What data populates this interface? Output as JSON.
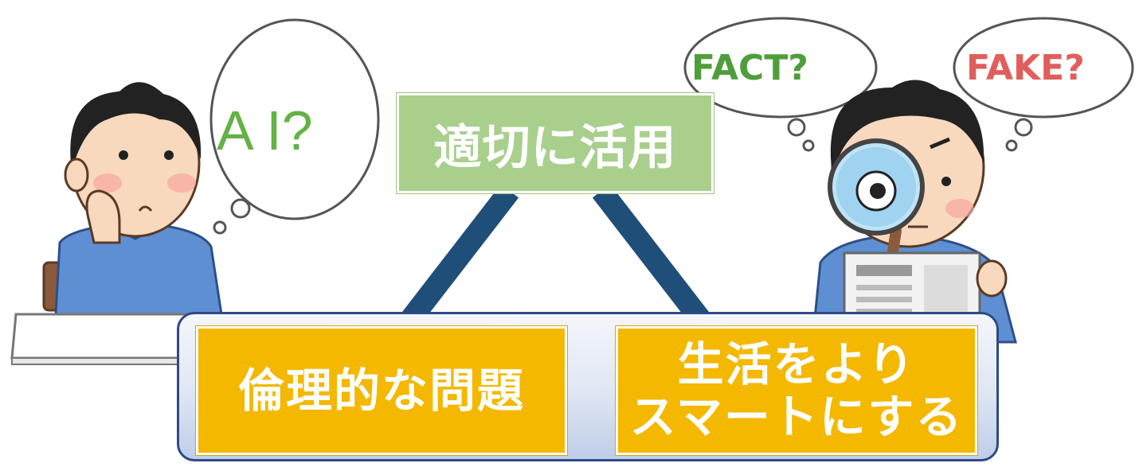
{
  "diagram": {
    "top_label": "適切に活用",
    "left_label": "倫理的な問題",
    "right_label_lines": [
      "生活をより",
      "スマートにする"
    ]
  },
  "thought_bubbles": {
    "left": "A I?",
    "fact": "FACT?",
    "fake": "FAKE?"
  },
  "colors": {
    "top_box": "#a9cf8d",
    "bottom_boxes": "#f4b800",
    "connector_lines": "#1f4e79",
    "panel_border": "#2e4a86",
    "fact_text": "#4f9e3c",
    "fake_text": "#e05f5c",
    "ai_text": "#63b245"
  },
  "illustrations": {
    "left_figure": "thinking-person-icon",
    "right_figure": "magnifier-reader-icon"
  }
}
